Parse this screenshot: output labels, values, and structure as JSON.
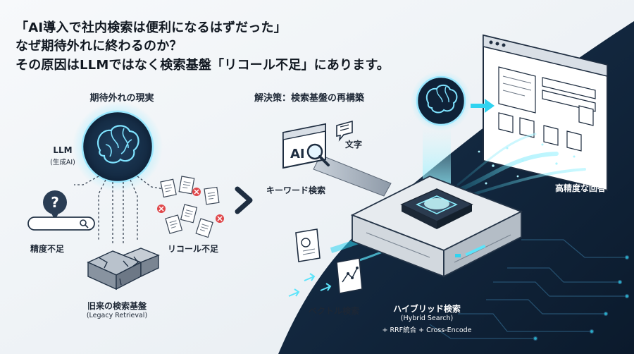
{
  "headline": {
    "line1": "「AI導入で社内検索は便利になるはずだった」",
    "line2": "なぜ期待外れに終わるのか？",
    "line3": "その原因はLLMではなく検索基盤「リコール不足」にあります。"
  },
  "left": {
    "section_title": "期待外れの現実",
    "llm_label": "LLM",
    "llm_sub": "(生成AI)",
    "precision_label": "精度不足",
    "recall_label": "リコール不足",
    "legacy_label": "旧来の検索基盤",
    "legacy_sub": "(Legacy Retrieval)"
  },
  "right": {
    "section_title": "解決策：検索基盤の再構築",
    "ai_doc_text": "AI",
    "char_label": "文字",
    "keyword_label": "キーワード検索",
    "vector_label": "ベクトル検索",
    "hybrid_label": "ハイブリッド検索",
    "hybrid_sub1": "(Hybrid Search)",
    "hybrid_sub2": "+ RRF統合 + Cross-Encode",
    "answer_label": "高精度な回答"
  },
  "colors": {
    "dark_navy": "#0f2238",
    "accent_cyan": "#2fd3f0",
    "alert_red": "#e0484b",
    "light_bg": "#f3f6f9"
  },
  "icons": [
    "brain-icon",
    "question-icon",
    "search-icon",
    "document-icon",
    "error-x-icon",
    "arrow-right-icon",
    "magnifier-icon",
    "chat-bubble-icon",
    "chip-icon",
    "server-icon",
    "browser-window-icon",
    "chart-document-icon"
  ]
}
